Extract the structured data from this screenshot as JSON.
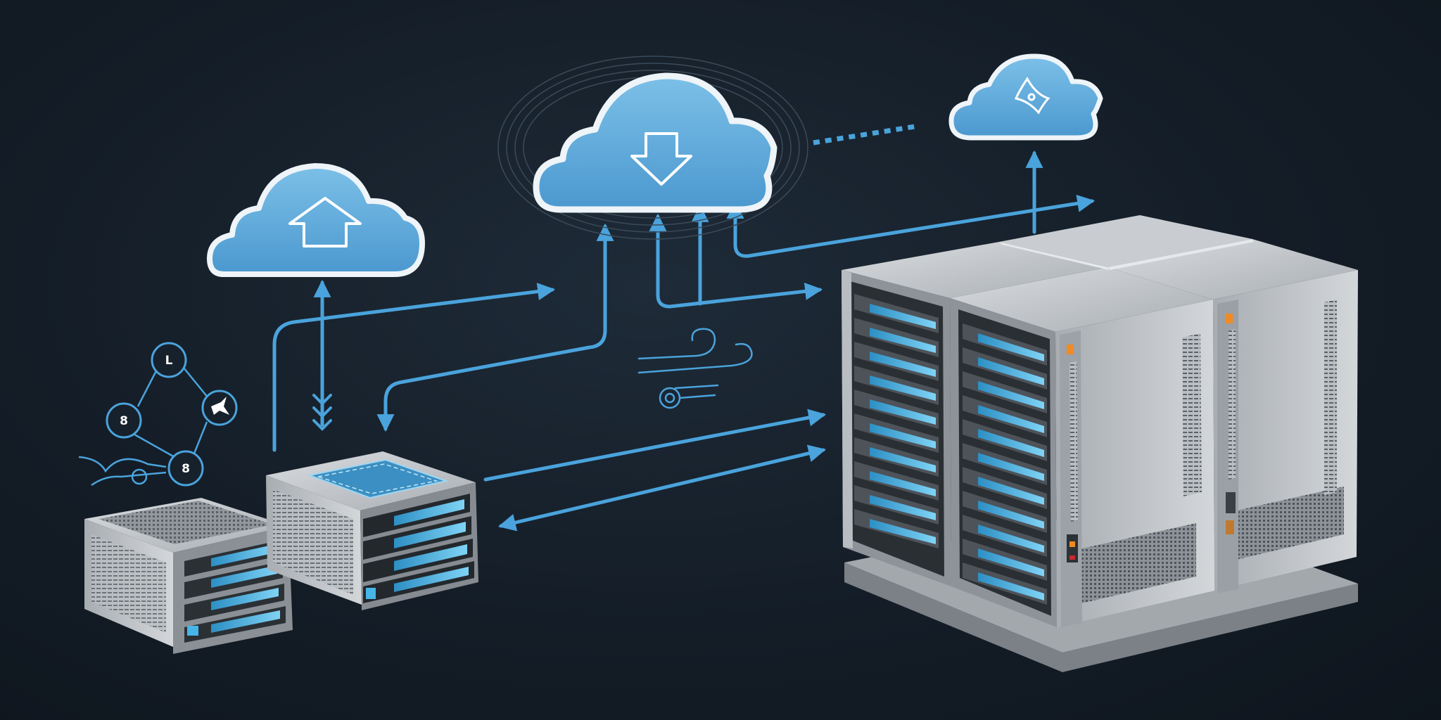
{
  "colors": {
    "background": "#141d27",
    "accent": "#4aa3dc",
    "cloud_fill": "#5aa7d8",
    "cloud_stroke": "#eef4f8",
    "metal_light": "#c3c8cd",
    "metal_dark": "#6f757b",
    "drive_glow": "#46b6e8",
    "status_orange": "#f08a24"
  },
  "icons": {
    "cloud_upload": "upload-arrow-icon",
    "cloud_download": "download-arrow-icon",
    "cloud_sync": "sync-glyph-icon",
    "flow": "wind-flow-icon",
    "network": "node-graph-icon"
  },
  "network_nodes": [
    {
      "label": "L"
    },
    {
      "label": "8"
    },
    {
      "label": "8"
    }
  ]
}
